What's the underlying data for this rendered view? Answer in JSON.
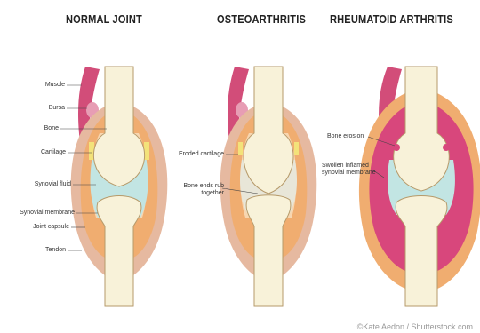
{
  "titles": {
    "normal": "NORMAL JOINT",
    "osteo": "OSTEOARTHRITIS",
    "rheum": "RHEUMATOID ARTHRITIS"
  },
  "labels": {
    "normal": [
      "Muscle",
      "Bursa",
      "Bone",
      "Cartilage",
      "Synovial fluid",
      "Synovial membrane",
      "Joint capsule",
      "Tendon"
    ],
    "osteo": [
      "Eroded cartilage",
      "Bone ends rub together"
    ],
    "rheum": [
      "Bone erosion",
      "Swollen inflamed synovial membrane"
    ]
  },
  "credit": "©Kate Aedon / Shutterstock.com",
  "colors": {
    "bone": "#f8f2d9",
    "bone_outline": "#b69a6a",
    "muscle": "#d24d79",
    "capsule": "#f0ad70",
    "tendon": "#e6b9a0",
    "synovial_fluid": "#c2e5e3",
    "cartilage": "#f3e27a",
    "inflamed": "#d8477c"
  }
}
